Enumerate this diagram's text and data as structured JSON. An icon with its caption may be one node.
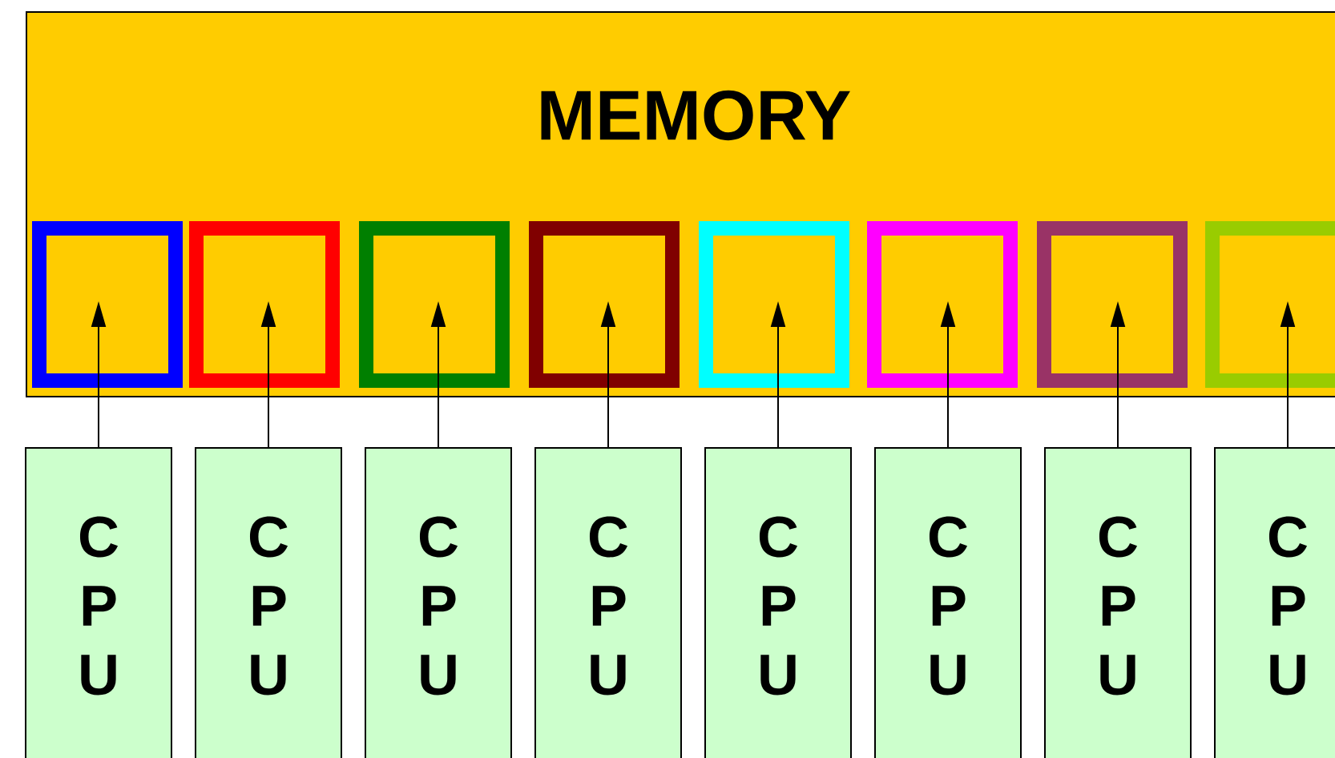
{
  "diagram": {
    "nodes": [
      {
        "text": [
          "MEMORY"
        ]
      },
      {
        "text": [],
        "shape": "box",
        "in": 0
      },
      {
        "text": [],
        "shape": "box",
        "in": 0
      },
      {
        "text": [],
        "shape": "box",
        "in": 0
      },
      {
        "text": [],
        "shape": "box",
        "in": 0
      },
      {
        "text": [],
        "shape": "box",
        "in": 0
      },
      {
        "text": [],
        "shape": "box",
        "in": 0
      },
      {
        "text": [],
        "shape": "box",
        "in": 0
      },
      {
        "text": [],
        "shape": "box",
        "in": 0
      },
      {
        "text": [
          "C P U"
        ]
      },
      {
        "text": [
          "C P U"
        ]
      },
      {
        "text": [
          "C P U"
        ]
      },
      {
        "text": [
          "C P U"
        ]
      },
      {
        "text": [
          "C P U"
        ]
      },
      {
        "text": [
          "C P U"
        ]
      },
      {
        "text": [
          "C P U"
        ]
      },
      {
        "text": [
          "C P U"
        ]
      }
    ],
    "edges": [
      {
        "from": 9,
        "to": 1,
        "arrow": "to"
      },
      {
        "from": 10,
        "to": 2,
        "arrow": "to"
      },
      {
        "from": 11,
        "to": 3,
        "arrow": "to"
      },
      {
        "from": 12,
        "to": 4,
        "arrow": "to"
      },
      {
        "from": 13,
        "to": 5,
        "arrow": "to"
      },
      {
        "from": 14,
        "to": 6,
        "arrow": "to"
      },
      {
        "from": 15,
        "to": 7,
        "arrow": "to"
      },
      {
        "from": 16,
        "to": 8,
        "arrow": "to"
      }
    ]
  }
}
